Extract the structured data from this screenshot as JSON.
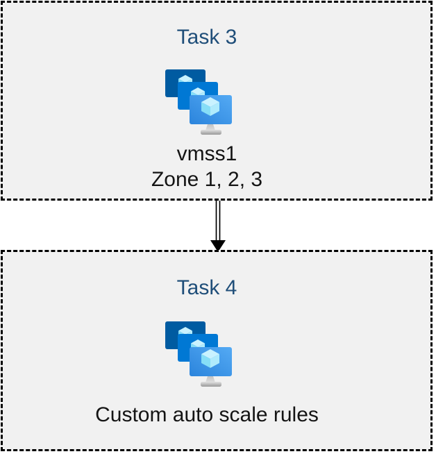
{
  "diagram": {
    "boxes": [
      {
        "title": "Task 3",
        "icon": "vm-scale-sets-icon",
        "lines": [
          "vmss1",
          "Zone 1, 2, 3"
        ]
      },
      {
        "title": "Task 4",
        "icon": "vm-scale-sets-icon",
        "lines": [
          "Custom auto scale rules"
        ]
      }
    ],
    "connector": "double-line-down-arrow"
  },
  "colors": {
    "title-blue": "#1F4E79",
    "text-dark": "#141414",
    "box-bg": "#F1F1F1",
    "border-black": "#000000",
    "arrow-black": "#000000",
    "screen-back": "#005BA1",
    "screen-middle": "#0078D4",
    "screen-front-start": "#2B84DC",
    "screen-front-end": "#54AAF4",
    "cube-top": "#C9F2FF",
    "cube-left": "#86DEF7",
    "cube-right": "#B0EBFC",
    "stand-light": "#E0E0E0",
    "stand-dark": "#999999",
    "stand-neck": "#C2C2C2"
  }
}
